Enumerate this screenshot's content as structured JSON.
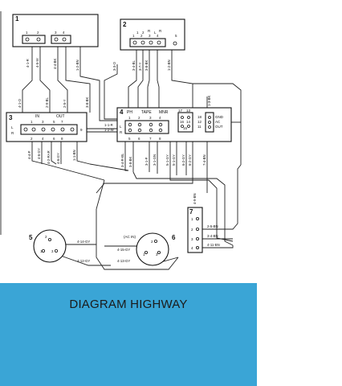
{
  "diagram": {
    "components": [
      {
        "id": "1",
        "pins": [
          "1",
          "2",
          "3",
          "4"
        ]
      },
      {
        "id": "2",
        "labels": [
          "1",
          "2",
          "R",
          "L",
          "R",
          "5"
        ],
        "pins": [
          "1",
          "2",
          "3",
          "4"
        ]
      },
      {
        "id": "3",
        "head": [
          "IN",
          "OUT"
        ],
        "pins_top": [
          "1",
          "3",
          "5",
          "7"
        ],
        "pins_bottom": [
          "2",
          "4",
          "6",
          "8"
        ],
        "side_left": [
          "L",
          "R"
        ],
        "side_right": [
          "9"
        ]
      },
      {
        "id": "4",
        "head": [
          "PH",
          "TAPE",
          "MNR"
        ],
        "pins_top": [
          "1",
          "2",
          "3",
          "4"
        ],
        "pins_bottom": [
          "5",
          "6",
          "7",
          "8"
        ],
        "side_left": [
          "L",
          "R"
        ]
      },
      {
        "id": "4-switch",
        "labels": [
          "17",
          "13",
          "16",
          "14",
          "15",
          "18",
          "12",
          "11"
        ]
      },
      {
        "id": "4-ac",
        "labels": [
          "GND",
          "AC",
          "OUT"
        ]
      },
      {
        "id": "5",
        "pins": [
          "2",
          "1",
          "3"
        ]
      },
      {
        "id": "6",
        "label": "(AC IN)",
        "pins": [
          "2",
          "1",
          "3"
        ]
      },
      {
        "id": "7",
        "pins": [
          "1",
          "2",
          "3",
          "4"
        ]
      }
    ],
    "wire_labels": {
      "c1": [
        "4-1-R",
        "4-5-W",
        "4-4-BK",
        "1-2-BN"
      ],
      "c2": [
        "3-3-O",
        "3-4-BL",
        "3-7-Y",
        "3-8-BK",
        "1-2-BN"
      ],
      "c3_top": [
        "4-1-O",
        "2-9-BL",
        "2-5-Y",
        "3-8-BK"
      ],
      "c3_bottom": [
        "4-4-P",
        "4-6-GY",
        "4-2-RAR",
        "4-6-GY",
        "1-1-BN"
      ],
      "c4_left": [
        "1-1-R",
        "1-2-W"
      ],
      "c4_right": [
        "1-3-BK"
      ],
      "c4_bottom": [
        "3-4-R-BL",
        "3-8-BK",
        "3-1-P",
        "3-1-GN",
        "5-1-GY",
        "5-1-GY",
        "6-2-GY",
        "6-2-GY",
        "7-4-BN"
      ],
      "c7_top": [
        "4-9-BN"
      ],
      "c7_right": [
        "2-5-BN",
        "3-4-BN",
        "4-11-BN"
      ],
      "bottom_5": [
        "4-14-GY",
        "4-12-GY"
      ],
      "bottom_6": [
        "4-15-GY",
        "4-13-GY"
      ]
    }
  },
  "banner": {
    "title": "DIAGRAM HIGHWAY",
    "background": "#3aa5d6"
  }
}
